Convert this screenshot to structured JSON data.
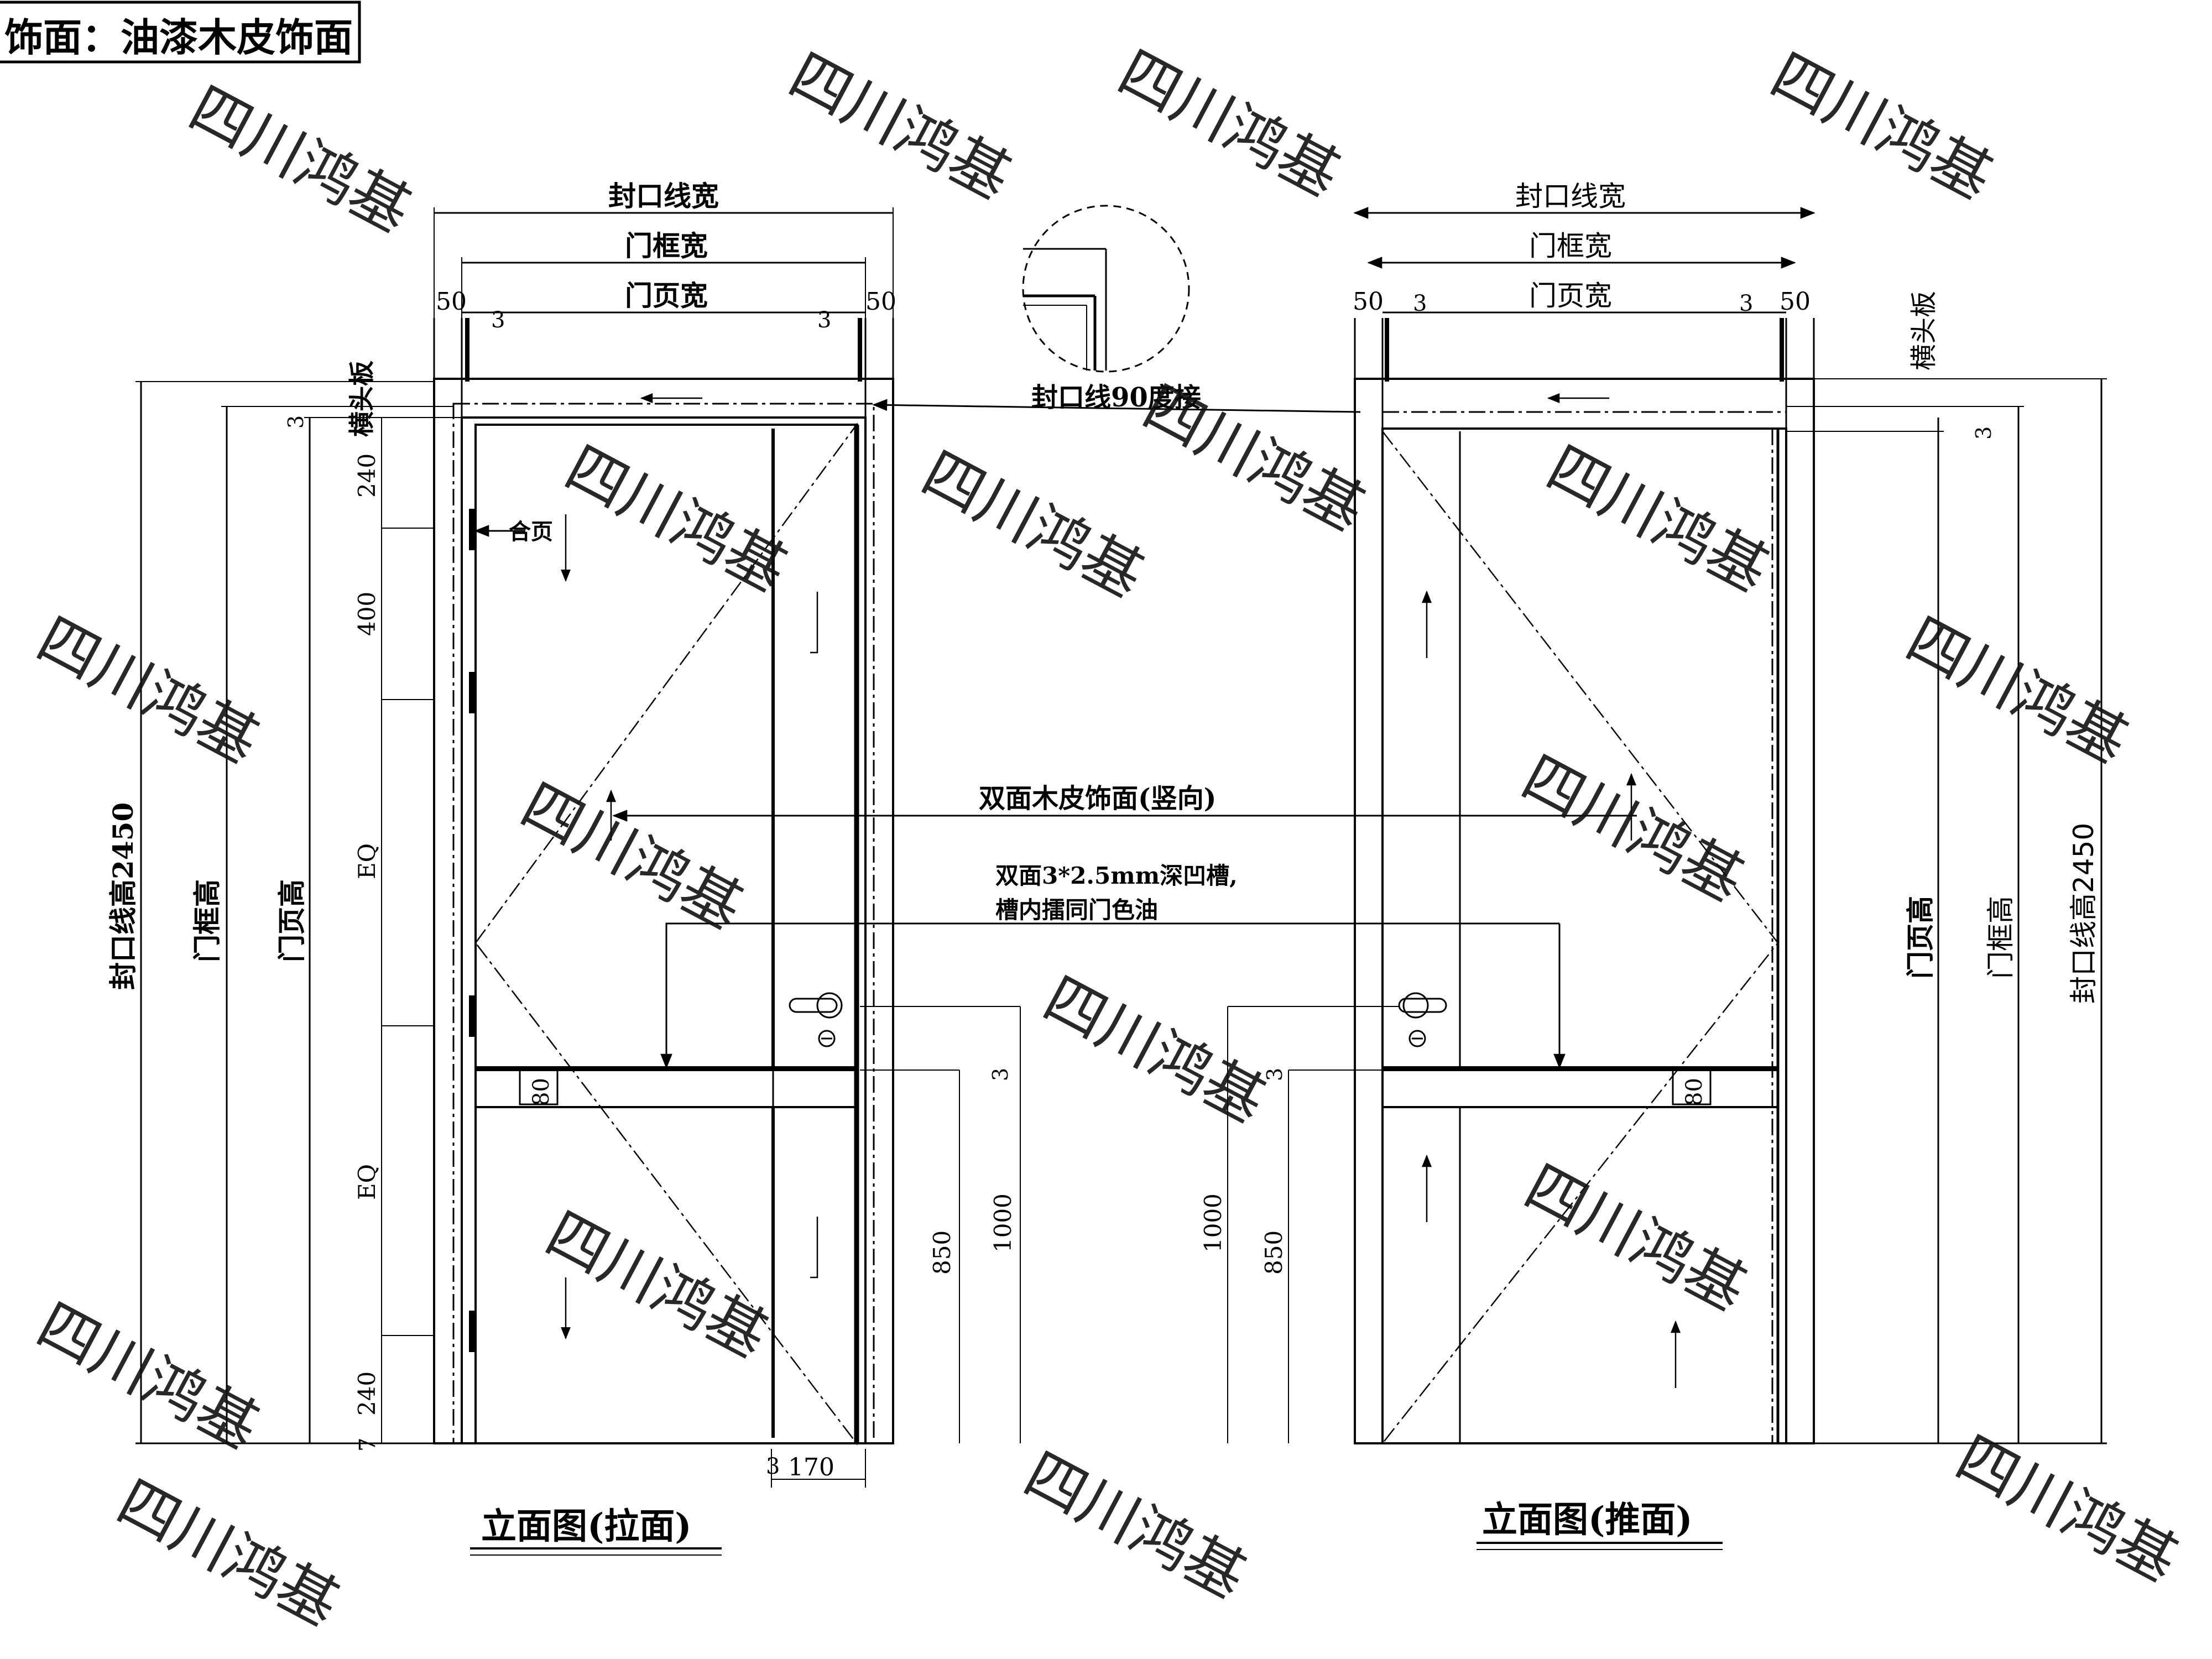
{
  "finish_label": "饰面：油漆木皮饰面",
  "watermark": "四川鸿基",
  "detail_callout": "封口线90度接",
  "left": {
    "title": "立面图(拉面)",
    "casing_width": "封口线宽",
    "frame_width": "门框宽",
    "leaf_width": "门页宽",
    "dim_50": "50",
    "dim_3": "3",
    "transom_board": "横头板",
    "hinge": "合页",
    "casing_height": "封口线高2450",
    "frame_height": "门框高",
    "leaf_height": "门页高",
    "dim_240_top": "240",
    "dim_400": "400",
    "dim_eq_upper": "EQ",
    "dim_eq_lower": "EQ",
    "dim_240_bottom": "240",
    "dim_7": "7",
    "dim_80": "80",
    "dim_850": "850",
    "dim_1000": "1000",
    "dim_170": "170"
  },
  "right": {
    "title": "立面图(推面)",
    "casing_width": "封口线宽",
    "frame_width": "门框宽",
    "leaf_width": "门页宽",
    "dim_50": "50",
    "dim_3": "3",
    "transom_board": "横头板",
    "leaf_height": "门页高",
    "frame_height": "门框高",
    "casing_height": "封口线高2450",
    "dim_80": "80",
    "dim_850": "850",
    "dim_1000": "1000"
  },
  "notes": {
    "veneer": "双面木皮饰面(竖向)",
    "groove_line1": "双面3*2.5mm深凹槽,",
    "groove_line2": "槽内擂同门色油"
  }
}
